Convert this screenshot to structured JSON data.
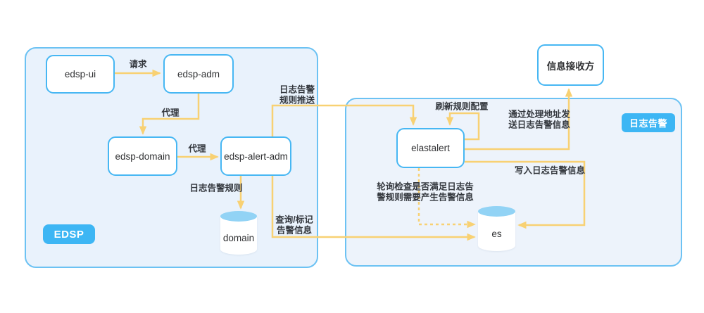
{
  "colors": {
    "container_border": "#6cc2f3",
    "container_fill_left": "#e9f2fc",
    "container_fill_right": "#edf3fb",
    "node_border": "#47b7f3",
    "badge_fill": "#3db6f4",
    "arrow": "#f8d173",
    "cylinder_top": "#92d3f5",
    "text": "#303133"
  },
  "containers": {
    "edsp": {
      "badge": "EDSP"
    },
    "log_alert": {
      "badge": "日志告警"
    }
  },
  "nodes": {
    "edsp_ui": "edsp-ui",
    "edsp_adm": "edsp-adm",
    "edsp_domain": "edsp-domain",
    "edsp_alert_adm": "edsp-alert-adm",
    "elastalert": "elastalert",
    "info_receiver": "信息接收方"
  },
  "databases": {
    "domain": "domain",
    "es": "es"
  },
  "edges": {
    "request": "请求",
    "proxy_1": "代理",
    "proxy_2": "代理",
    "log_alert_rule": "日志告警规则",
    "rule_push": "日志告警\n规则推送",
    "query_mark": "查询/标记\n告警信息",
    "refresh_config": "刷新规则配置",
    "send_via_handler": "通过处理地址发\n送日志告警信息",
    "write_alert_info": "写入日志告警信息",
    "poll_check": "轮询检查是否满足日志告\n警规则需要产生告警信息"
  }
}
